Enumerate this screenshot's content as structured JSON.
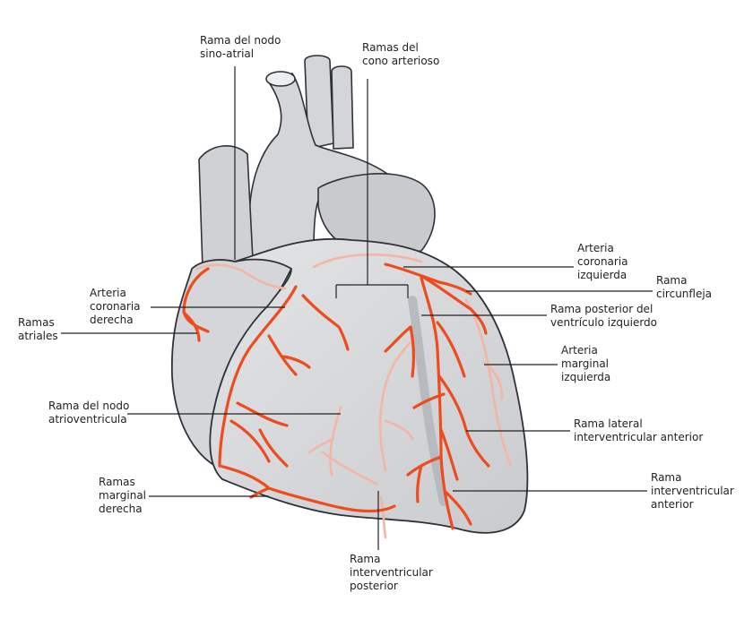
{
  "labels": {
    "sa_node": [
      "Rama del nodo",
      "sino-atrial"
    ],
    "conus": [
      "Ramas del",
      "cono arterioso"
    ],
    "left_coronary": [
      "Arteria",
      "coronaria",
      "izquierda"
    ],
    "circumflex": [
      "Rama",
      "circunfleja"
    ],
    "right_coronary": [
      "Arteria",
      "coronaria",
      "derecha"
    ],
    "atrial": [
      "Ramas",
      "atriales"
    ],
    "posterior_lv": [
      "Rama posterior del",
      "ventrículo izquierdo"
    ],
    "left_marginal": [
      "Arteria",
      "marginal",
      "izquierda"
    ],
    "av_node": [
      "Rama del nodo",
      "atrioventricula"
    ],
    "lateral_interventricular": [
      "Rama lateral",
      "interventricular anterior"
    ],
    "right_marginal": [
      "Ramas",
      "marginal",
      "derecha"
    ],
    "anterior_interventricular": [
      "Rama",
      "interventricular",
      "anterior"
    ],
    "posterior_interventricular": [
      "Rama",
      "interventricular",
      "posterior"
    ]
  },
  "colors": {
    "heart_fill": "#d6d8db",
    "heart_stroke": "#2f3238",
    "artery_front": "#ee4b1e",
    "artery_back": "#f3b6a4",
    "leader_line": "#222222"
  }
}
